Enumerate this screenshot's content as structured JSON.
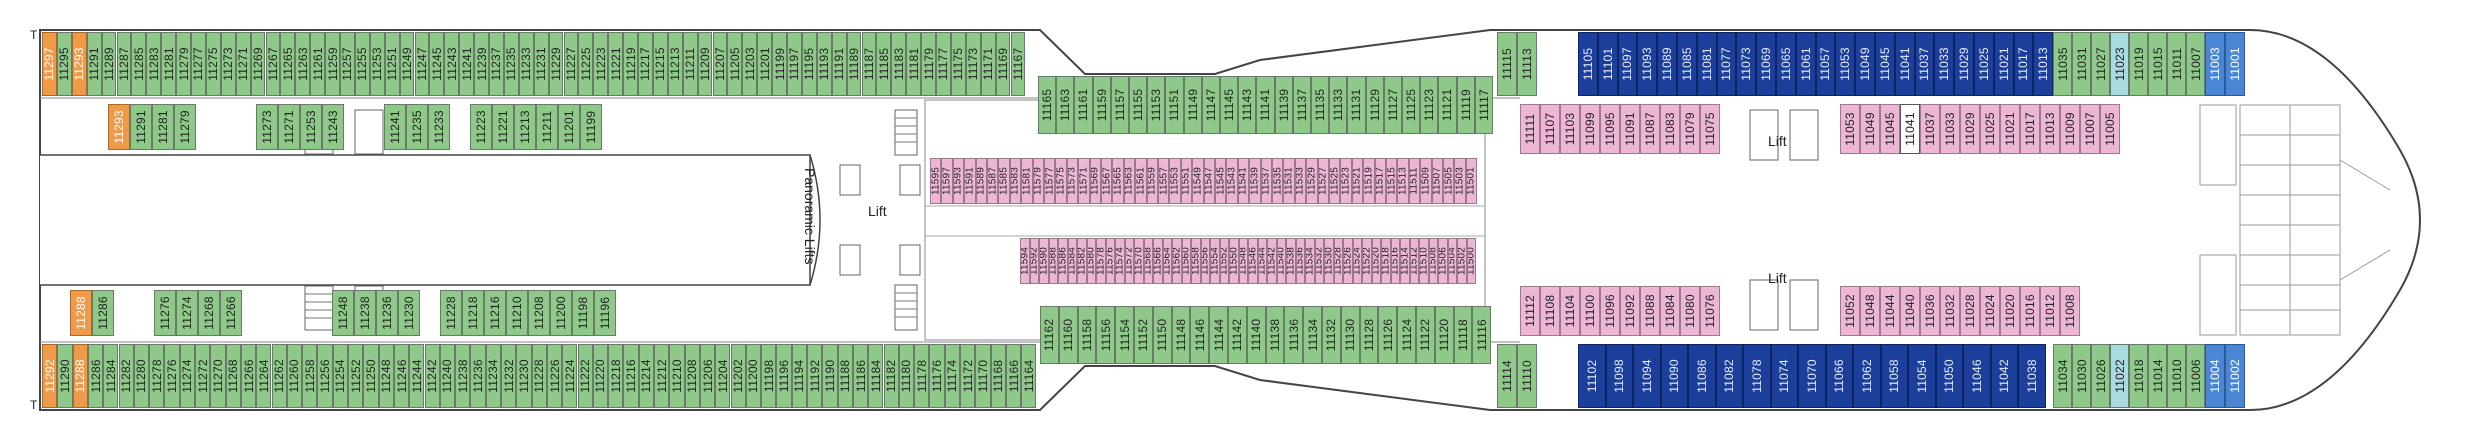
{
  "labels": {
    "lift_center": "Lift",
    "lift_fore_top": "Lift",
    "lift_fore_bottom": "Lift",
    "panoramic": "Panoramic Lifts",
    "top_marker": "T",
    "bottom_marker": "T"
  },
  "colors": {
    "hull_stroke": "#4a4a4a",
    "balcony_green": "#8fc98a",
    "inside_pink": "#ecb6d4",
    "suite_blue": "#1b3f9a",
    "special_orange": "#ef9a4a",
    "light_blue": "#4a86d4",
    "teal": "#a8dbe0"
  },
  "cabins": {
    "top_outer_aft": [
      "11297",
      "11295",
      "11293",
      "11291",
      "11289",
      "11287",
      "11285",
      "11283",
      "11281",
      "11279",
      "11277",
      "11275",
      "11273",
      "11271",
      "11269",
      "11267",
      "11265",
      "11263",
      "11261",
      "11259",
      "11257",
      "11255",
      "11253",
      "11251",
      "11249",
      "11247",
      "11245",
      "11243",
      "11241",
      "11239",
      "11237",
      "11235",
      "11233",
      "11231",
      "11229",
      "11227",
      "11225",
      "11223",
      "11221",
      "11219",
      "11217",
      "11215",
      "11213",
      "11211",
      "11209",
      "11207",
      "11205",
      "11203",
      "11201",
      "11199",
      "11197",
      "11195",
      "11193",
      "11191",
      "11189",
      "11187",
      "11185",
      "11183",
      "11181",
      "11179",
      "11177",
      "11175",
      "11173",
      "11171",
      "11169",
      "11167"
    ],
    "top_inner_aft": [
      "11293",
      "11291",
      "11281",
      "11279",
      "11273",
      "11271",
      "11253",
      "11243",
      "11241",
      "11235",
      "11233",
      "11223",
      "11221",
      "11213",
      "11211",
      "11201",
      "11199"
    ],
    "top_outer_mid": [
      "11165",
      "11163",
      "11161",
      "11159",
      "11157",
      "11155",
      "11153",
      "11151",
      "11149",
      "11147",
      "11145",
      "11143",
      "11141",
      "11139",
      "11137",
      "11135",
      "11133",
      "11131",
      "11129",
      "11127",
      "11125",
      "11123",
      "11121",
      "11119",
      "11117"
    ],
    "top_outer_fore_green": [
      "11115",
      "11113"
    ],
    "top_outer_fore_blue": [
      "11105",
      "11101",
      "11097",
      "11093",
      "11089",
      "11085",
      "11081",
      "11077",
      "11073",
      "11069",
      "11065",
      "11061",
      "11057",
      "11053",
      "11049",
      "11045",
      "11041",
      "11037",
      "11033",
      "11029",
      "11025",
      "11021",
      "11017",
      "11013"
    ],
    "top_outer_fore_tail": [
      "11035",
      "11031",
      "11027",
      "11023",
      "11019",
      "11015",
      "11011",
      "11007"
    ],
    "top_outer_bow": [
      "11003",
      "11001"
    ],
    "top_inner_fore": [
      "11111",
      "11107",
      "11103",
      "11099",
      "11095",
      "11091",
      "11087",
      "11083",
      "11079",
      "11075",
      "11053",
      "11049",
      "11045",
      "11041",
      "11037",
      "11033",
      "11029",
      "11025",
      "11021",
      "11017",
      "11013",
      "11009",
      "11007",
      "11005"
    ],
    "top_inside_mid": [
      "11595",
      "11597",
      "11593",
      "11591",
      "11589",
      "11587",
      "11585",
      "11583",
      "11581",
      "11579",
      "11577",
      "11575",
      "11573",
      "11571",
      "11569",
      "11567",
      "11565",
      "11563",
      "11561",
      "11559",
      "11557",
      "11553",
      "11551",
      "11549",
      "11547",
      "11545",
      "11543",
      "11541",
      "11539",
      "11537",
      "11535",
      "11531",
      "11533",
      "11529",
      "11527",
      "11525",
      "11523",
      "11521",
      "11519",
      "11517",
      "11515",
      "11513",
      "11511",
      "11509",
      "11507",
      "11505",
      "11503",
      "11501"
    ],
    "bottom_inside_mid": [
      "11594",
      "11592",
      "11590",
      "11588",
      "11586",
      "11584",
      "11582",
      "11580",
      "11578",
      "11576",
      "11574",
      "11572",
      "11570",
      "11568",
      "11566",
      "11564",
      "11562",
      "11560",
      "11558",
      "11556",
      "11554",
      "11552",
      "11550",
      "11548",
      "11546",
      "11544",
      "11542",
      "11540",
      "11538",
      "11536",
      "11534",
      "11532",
      "11530",
      "11528",
      "11526",
      "11524",
      "11522",
      "11520",
      "11518",
      "11516",
      "11514",
      "11512",
      "11510",
      "11508",
      "11506",
      "11504",
      "11502",
      "11500"
    ],
    "bottom_inner_aft": [
      "11288",
      "11286",
      "11276",
      "11274",
      "11268",
      "11266",
      "11248",
      "11238",
      "11236",
      "11230",
      "11228",
      "11218",
      "11216",
      "11210",
      "11208",
      "11200",
      "11198",
      "11196"
    ],
    "bottom_outer_aft": [
      "11292",
      "11290",
      "11288",
      "11286",
      "11284",
      "11282",
      "11280",
      "11278",
      "11276",
      "11274",
      "11272",
      "11270",
      "11268",
      "11266",
      "11264",
      "11262",
      "11260",
      "11258",
      "11256",
      "11254",
      "11252",
      "11250",
      "11248",
      "11246",
      "11244",
      "11242",
      "11240",
      "11238",
      "11236",
      "11234",
      "11232",
      "11230",
      "11228",
      "11226",
      "11224",
      "11222",
      "11220",
      "11218",
      "11216",
      "11214",
      "11212",
      "11210",
      "11208",
      "11206",
      "11204",
      "11202",
      "11200",
      "11198",
      "11196",
      "11194",
      "11192",
      "11190",
      "11188",
      "11186",
      "11184",
      "11182",
      "11180",
      "11178",
      "11176",
      "11174",
      "11172",
      "11170",
      "11168",
      "11166",
      "11164"
    ],
    "bottom_outer_mid": [
      "11162",
      "11160",
      "11158",
      "11156",
      "11154",
      "11152",
      "11150",
      "11148",
      "11146",
      "11144",
      "11142",
      "11140",
      "11138",
      "11136",
      "11134",
      "11132",
      "11130",
      "11128",
      "11126",
      "11124",
      "11122",
      "11120",
      "11118",
      "11116"
    ],
    "bottom_outer_fore_green": [
      "11114",
      "11110"
    ],
    "bottom_outer_fore_blue": [
      "11102",
      "11098",
      "11094",
      "11090",
      "11086",
      "11082",
      "11078",
      "11074",
      "11070",
      "11066",
      "11062",
      "11058",
      "11054",
      "11050",
      "11046",
      "11042",
      "11038"
    ],
    "bottom_outer_fore_tail": [
      "11034",
      "11030",
      "11026",
      "11022",
      "11018",
      "11014",
      "11010",
      "11006"
    ],
    "bottom_outer_bow": [
      "11004",
      "11002"
    ],
    "bottom_inner_fore": [
      "11112",
      "11108",
      "11104",
      "11100",
      "11096",
      "11092",
      "11088",
      "11084",
      "11080",
      "11076",
      "11052",
      "11048",
      "11044",
      "11040",
      "11036",
      "11032",
      "11028",
      "11024",
      "11020",
      "11016",
      "11012",
      "11008"
    ]
  }
}
